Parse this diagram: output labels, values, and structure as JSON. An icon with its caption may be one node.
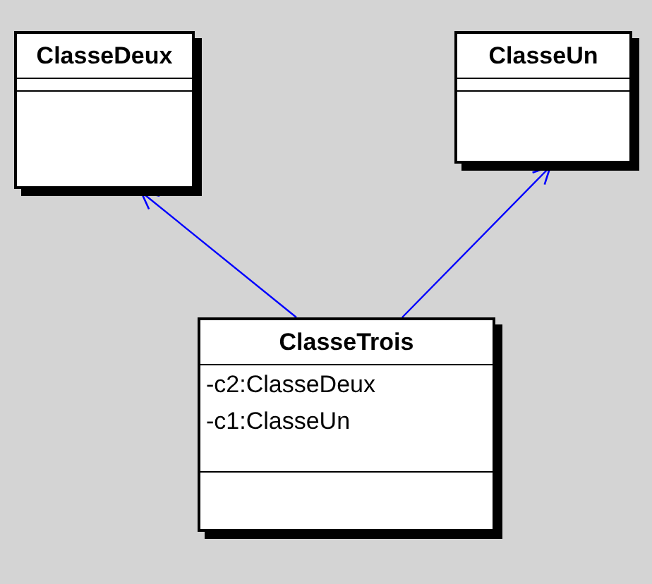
{
  "diagram": {
    "nodes": [
      {
        "text": [
          "ClasseDeux"
        ]
      },
      {
        "text": [
          "ClasseUn"
        ]
      },
      {
        "text": [
          "ClasseTrois",
          "-c2:ClasseDeux",
          "-c1:ClasseUn"
        ]
      }
    ],
    "edges": [
      {
        "from": 2,
        "to": 0,
        "arrow": "to"
      },
      {
        "from": 2,
        "to": 1,
        "arrow": "to"
      }
    ]
  }
}
